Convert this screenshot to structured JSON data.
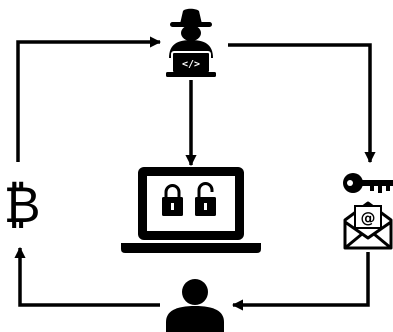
{
  "diagram": {
    "nodes": [
      {
        "id": "hacker",
        "icon": "hacker-icon",
        "code_symbol": "</>"
      },
      {
        "id": "laptop",
        "icon": "laptop-icon",
        "content": [
          "locked-padlock-icon",
          "unlocked-padlock-icon"
        ]
      },
      {
        "id": "bitcoin",
        "icon": "bitcoin-icon",
        "symbol": "₿"
      },
      {
        "id": "key-and-email",
        "icon": [
          "key-icon",
          "email-icon"
        ],
        "symbol": "@"
      },
      {
        "id": "victim",
        "icon": "user-icon"
      }
    ],
    "edges": [
      {
        "from": "bitcoin",
        "to": "hacker"
      },
      {
        "from": "hacker",
        "to": "laptop"
      },
      {
        "from": "hacker",
        "to": "key-and-email"
      },
      {
        "from": "key-and-email",
        "to": "victim"
      },
      {
        "from": "victim",
        "to": "bitcoin"
      }
    ],
    "colors": {
      "stroke": "#000000",
      "background": "#ffffff"
    }
  }
}
